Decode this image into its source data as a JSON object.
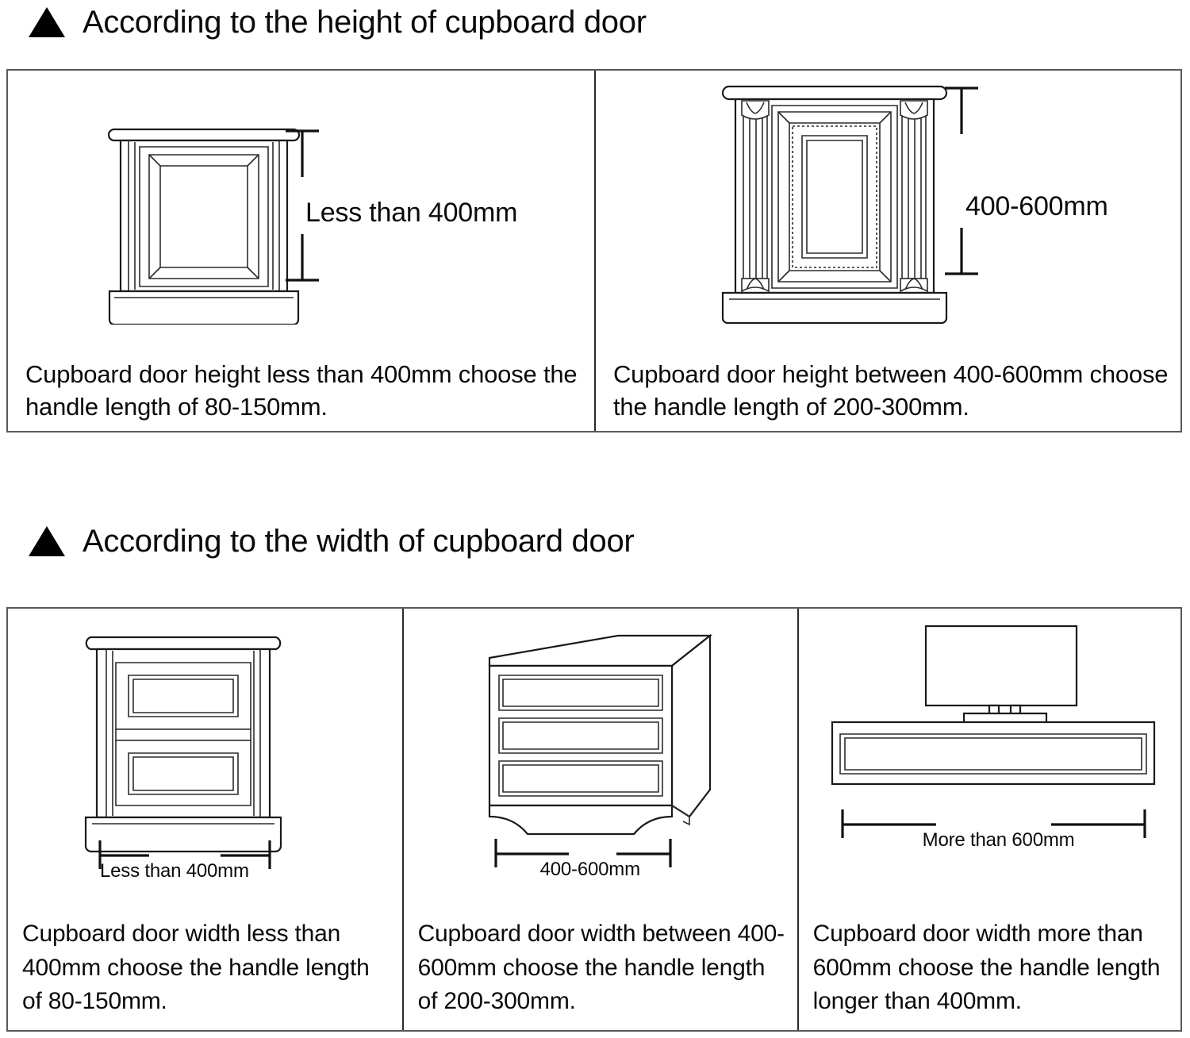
{
  "sections": [
    {
      "id": "height",
      "bullet_icon": "triangle-up-icon",
      "title": "According to the height of cupboard door",
      "panels": [
        {
          "id": "height-less-400",
          "figure_icon": "cabinet-front-icon",
          "dimension_label": "Less than 400mm",
          "dimension_orientation": "vertical",
          "caption": "Cupboard door height less than 400mm choose the handle length of 80-150mm."
        },
        {
          "id": "height-400-600",
          "figure_icon": "ornate-cabinet-front-icon",
          "dimension_label": "400-600mm",
          "dimension_orientation": "vertical",
          "caption": "Cupboard door height between 400-600mm choose the handle length of 200-300mm."
        }
      ]
    },
    {
      "id": "width",
      "bullet_icon": "triangle-up-icon",
      "title": "According to the width of cupboard door",
      "panels": [
        {
          "id": "width-less-400",
          "figure_icon": "nightstand-icon",
          "dimension_label": "Less than 400mm",
          "dimension_orientation": "horizontal",
          "caption": "Cupboard door width less than 400mm choose the handle length of 80-150mm."
        },
        {
          "id": "width-400-600",
          "figure_icon": "dresser-icon",
          "dimension_label": "400-600mm",
          "dimension_orientation": "horizontal",
          "caption": "Cupboard door width between 400-600mm choose the handle length of 200-300mm."
        },
        {
          "id": "width-more-600",
          "figure_icon": "tv-stand-icon",
          "dimension_label": "More than 600mm",
          "dimension_orientation": "horizontal",
          "caption": "Cupboard door width more than 600mm choose the handle length longer than 400mm."
        }
      ]
    }
  ],
  "colors": {
    "background": "#ffffff",
    "text": "#0a0a0a",
    "line": "#1a1a1a",
    "box_border": "#555a5e",
    "divider": "#2a2a2a"
  }
}
